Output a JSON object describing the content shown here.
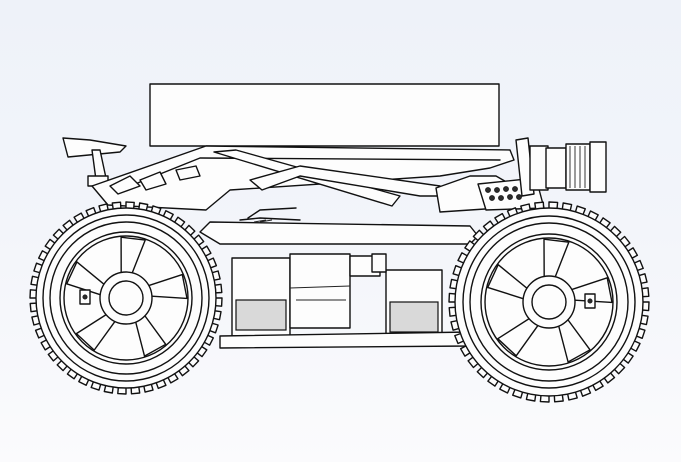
{
  "wheels": [
    {
      "id": "rear"
    },
    {
      "id": "front"
    }
  ],
  "tire_lug_count": 44,
  "rim_spoke_count": 5,
  "colors": {
    "line": "#111111",
    "part_fill": "#fdfdfd",
    "shade": "#d9d9d9",
    "background_top": "#eef2f9",
    "background_bottom": "#fbfbfd"
  }
}
